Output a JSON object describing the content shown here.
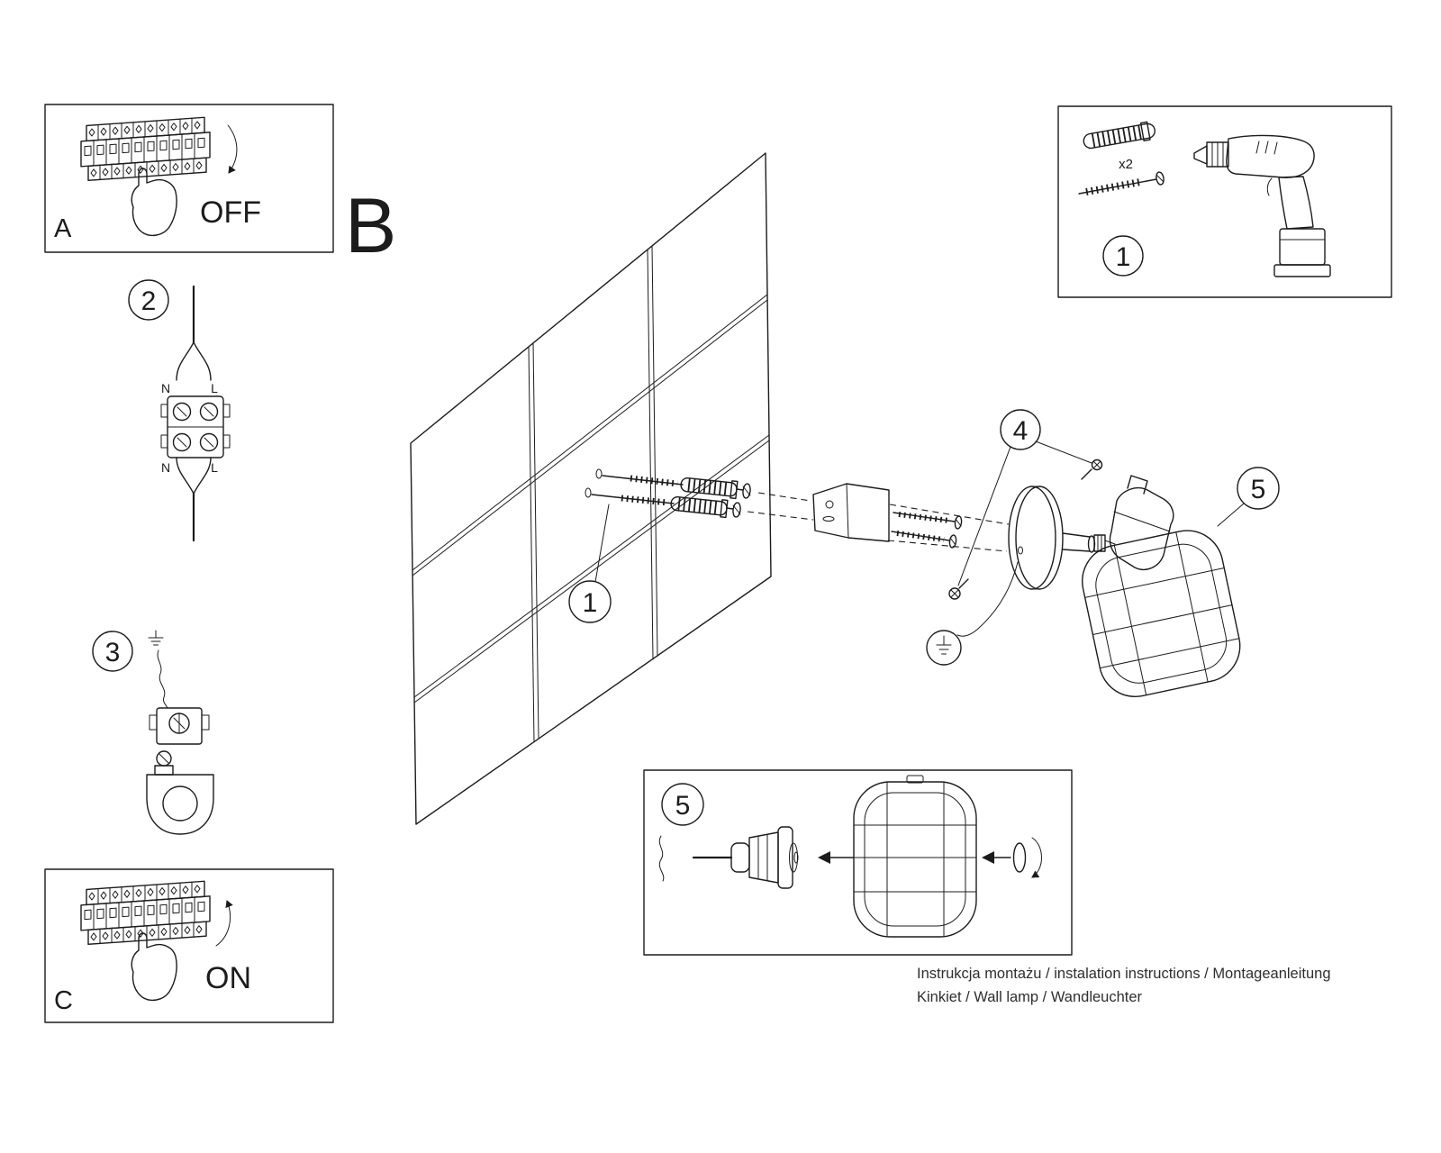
{
  "colors": {
    "ink": "#1c1c1c",
    "background": "#ffffff"
  },
  "panels": {
    "a": {
      "label": "A",
      "state": "OFF"
    },
    "b": {
      "label": "B"
    },
    "c": {
      "label": "C",
      "state": "ON"
    }
  },
  "steps": {
    "s1": "1",
    "s2": "2",
    "s3": "3",
    "s4": "4",
    "s5": "5"
  },
  "wiring": {
    "neutral": "N",
    "live": "L"
  },
  "hardware": {
    "anchor_quantity": "x2"
  },
  "footer": {
    "line1": "Instrukcja montażu / instalation instructions / Montageanleitung",
    "line2": "Kinkiet / Wall lamp / Wandleuchter"
  }
}
